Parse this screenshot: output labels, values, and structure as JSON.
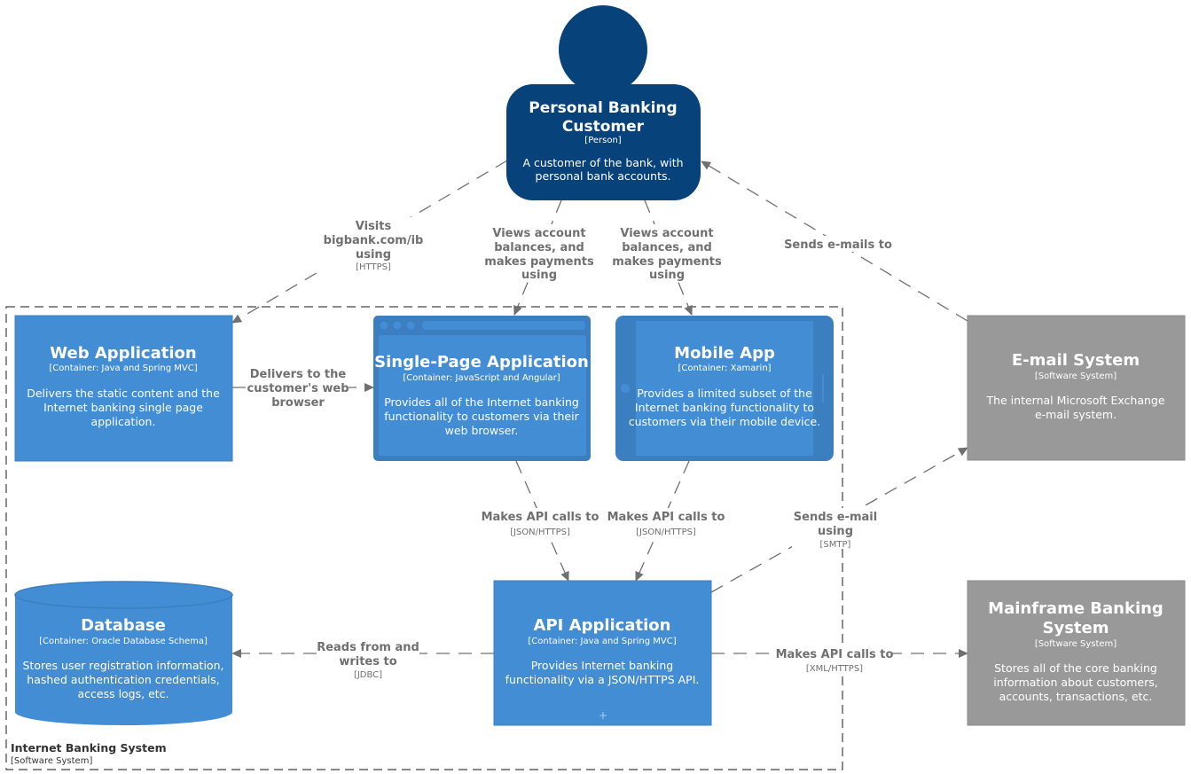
{
  "colors": {
    "person": "#08427b",
    "container": "#438dd5",
    "container_dark": "#3c7fc0",
    "external": "#999999",
    "line": "#707070"
  },
  "customer": {
    "title_line1": "Personal Banking",
    "title_line2": "Customer",
    "tag": "[Person]",
    "desc_line1": "A customer of the bank, with",
    "desc_line2": "personal bank accounts."
  },
  "webapp": {
    "title": "Web Application",
    "tag": "[Container: Java and Spring MVC]",
    "desc_line1": "Delivers the static content and the",
    "desc_line2": "Internet banking single page",
    "desc_line3": "application."
  },
  "spa": {
    "title": "Single-Page Application",
    "tag": "[Container: JavaScript and Angular]",
    "desc_line1": "Provides all of the Internet banking",
    "desc_line2": "functionality to customers via their",
    "desc_line3": "web browser."
  },
  "mobile": {
    "title": "Mobile App",
    "tag": "[Container: Xamarin]",
    "desc_line1": "Provides a limited subset of the",
    "desc_line2": "Internet banking functionality to",
    "desc_line3": "customers via their mobile device."
  },
  "database": {
    "title": "Database",
    "tag": "[Container: Oracle Database Schema]",
    "desc_line1": "Stores user registration information,",
    "desc_line2": "hashed authentication credentials,",
    "desc_line3": "access logs, etc."
  },
  "api": {
    "title": "API Application",
    "tag": "[Container: Java and Spring MVC]",
    "desc_line1": "Provides Internet banking",
    "desc_line2": "functionality via a JSON/HTTPS API."
  },
  "email": {
    "title": "E-mail System",
    "tag": "[Software System]",
    "desc_line1": "The internal Microsoft Exchange",
    "desc_line2": "e-mail system."
  },
  "mainframe": {
    "title_line1": "Mainframe Banking",
    "title_line2": "System",
    "tag": "[Software System]",
    "desc_line1": "Stores all of the core banking",
    "desc_line2": "information about customers,",
    "desc_line3": "accounts, transactions, etc."
  },
  "boundary": {
    "title": "Internet Banking System",
    "tag": "[Software System]"
  },
  "relationships": {
    "visits": {
      "line1": "Visits",
      "line2": "bigbank.com/ib",
      "line3": "using",
      "tech": "[HTTPS]"
    },
    "views_spa": {
      "line1": "Views account",
      "line2": "balances, and",
      "line3": "makes payments",
      "line4": "using"
    },
    "views_mobile": {
      "line1": "Views account",
      "line2": "balances, and",
      "line3": "makes payments",
      "line4": "using"
    },
    "sends_emails": {
      "line1": "Sends e-mails to"
    },
    "delivers": {
      "line1": "Delivers to the",
      "line2": "customer's web",
      "line3": "browser"
    },
    "spa_api": {
      "line1": "Makes API calls to",
      "tech": "[JSON/HTTPS]"
    },
    "mobile_api": {
      "line1": "Makes API calls to",
      "tech": "[JSON/HTTPS]"
    },
    "api_email": {
      "line1": "Sends e-mail",
      "line2": "using",
      "tech": "[SMTP]"
    },
    "api_db": {
      "line1": "Reads from and",
      "line2": "writes to",
      "tech": "[JDBC]"
    },
    "api_mainframe": {
      "line1": "Makes API calls to",
      "tech": "[XML/HTTPS]"
    }
  }
}
